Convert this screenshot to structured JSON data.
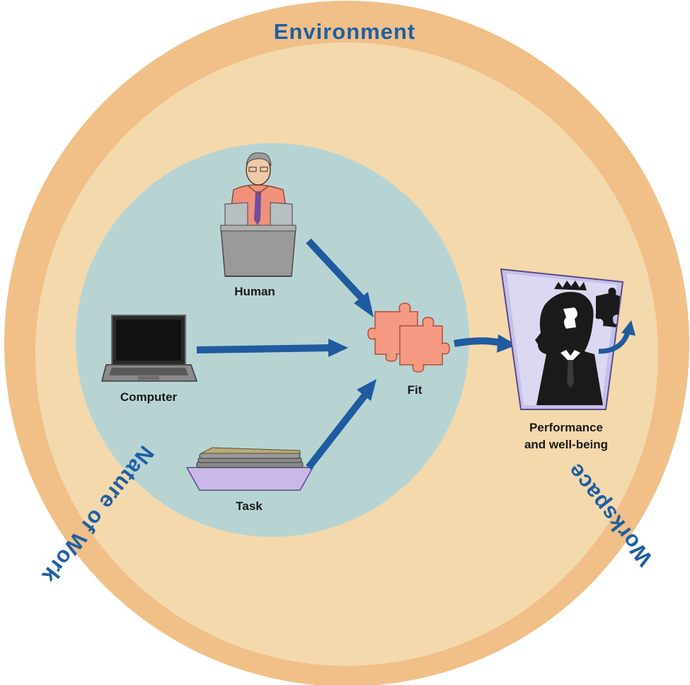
{
  "ring_labels": {
    "top": "Environment",
    "left": "Nature of Work",
    "right": "Workspace"
  },
  "nodes": {
    "human": "Human",
    "computer": "Computer",
    "task": "Task",
    "fit": "Fit",
    "performance_line1": "Performance",
    "performance_line2": "and well-being"
  },
  "colors": {
    "outer_ring": "#f0c088",
    "inner_disc": "#f4d9ad",
    "center_circle": "#b7d4d3",
    "arrow": "#1f5b9e",
    "label_blue": "#1e5fa3",
    "puzzle": "#f49a82",
    "tray": "#c9b8e8",
    "performance_frame": "#c7c0ea"
  }
}
